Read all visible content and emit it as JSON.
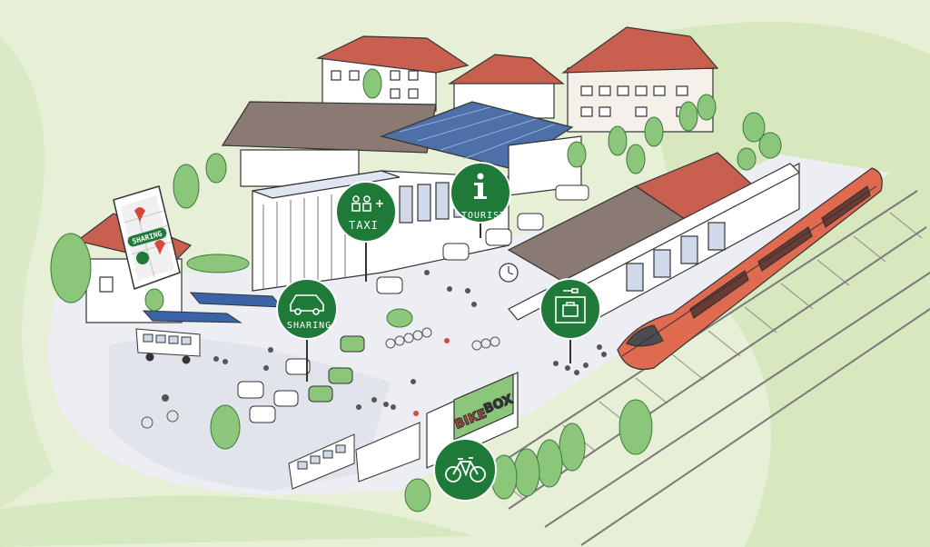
{
  "colors": {
    "background_wash": "#dcebc3",
    "pin_green": "#1f7a3a",
    "train_red": "#e06a4f",
    "roof_red": "#c9604f",
    "roof_brown": "#8a7a73",
    "solar_blue": "#4e6fa8",
    "canopy_blue": "#3b64a8",
    "tree_green": "#8cc67a",
    "ground": "#e6e8ee",
    "bike_box_red": "#d9473b"
  },
  "pins": {
    "taxi": {
      "icon": "person-luggage-icon",
      "label": "TAXI"
    },
    "tourist": {
      "icon": "info-icon",
      "label": "TOURIST"
    },
    "sharing": {
      "icon": "car-icon",
      "label": "SHARING"
    },
    "luggage": {
      "icon": "luggage-locker-icon"
    },
    "bike": {
      "icon": "bicycle-icon"
    }
  },
  "app_screen": {
    "label": "SHARING"
  },
  "bike_box": {
    "word1": "BIKE",
    "word2": "BOX"
  }
}
